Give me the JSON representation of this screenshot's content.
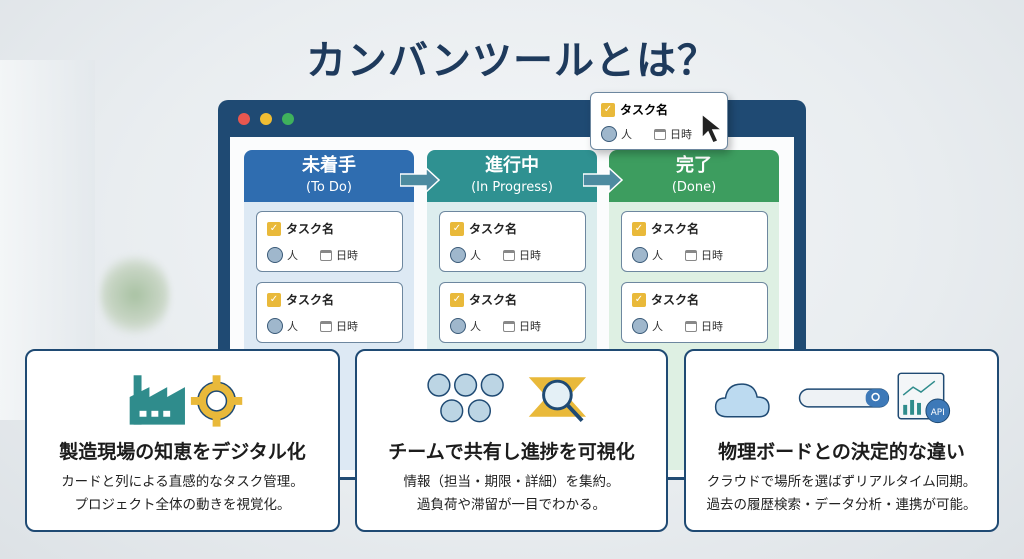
{
  "title": "カンバンツールとは？",
  "colors": {
    "navy": "#1f4a73",
    "todo": "#2f6db0",
    "progress": "#2f9191",
    "done": "#3d9d5f",
    "check": "#e9b93a"
  },
  "board": {
    "columns": [
      {
        "title": "未着手",
        "subtitle": "(To Do)",
        "cards": [
          {
            "task": "タスク名",
            "person": "人",
            "date": "日時"
          },
          {
            "task": "タスク名",
            "person": "人",
            "date": "日時"
          }
        ]
      },
      {
        "title": "進行中",
        "subtitle": "(In Progress)",
        "cards": [
          {
            "task": "タスク名",
            "person": "人",
            "date": "日時"
          },
          {
            "task": "タスク名",
            "person": "人",
            "date": "日時"
          }
        ]
      },
      {
        "title": "完了",
        "subtitle": "(Done)",
        "cards": [
          {
            "task": "タスク名",
            "person": "人",
            "date": "日時"
          },
          {
            "task": "タスク名",
            "person": "人",
            "date": "日時"
          }
        ]
      }
    ],
    "dragged_card": {
      "task": "タスク名",
      "person": "人",
      "date": "日時"
    }
  },
  "features": [
    {
      "icons": [
        "factory-icon",
        "gear-icon"
      ],
      "heading": "製造現場の知恵をデジタル化",
      "lines": [
        "カードと列による直感的なタスク管理。",
        "プロジェクト全体の動きを視覚化。"
      ]
    },
    {
      "icons": [
        "team-icon",
        "magnifier-icon"
      ],
      "heading": "チームで共有し進捗を可視化",
      "lines": [
        "情報（担当・期限・詳細）を集約。",
        "過負荷や滞留が一目でわかる。"
      ]
    },
    {
      "icons": [
        "cloud-icon",
        "search-bar-icon",
        "api-chart-icon"
      ],
      "heading": "物理ボードとの決定的な違い",
      "api_label": "API",
      "lines": [
        "クラウドで場所を選ばずリアルタイム同期。",
        "過去の履歴検索・データ分析・連携が可能。"
      ]
    }
  ]
}
